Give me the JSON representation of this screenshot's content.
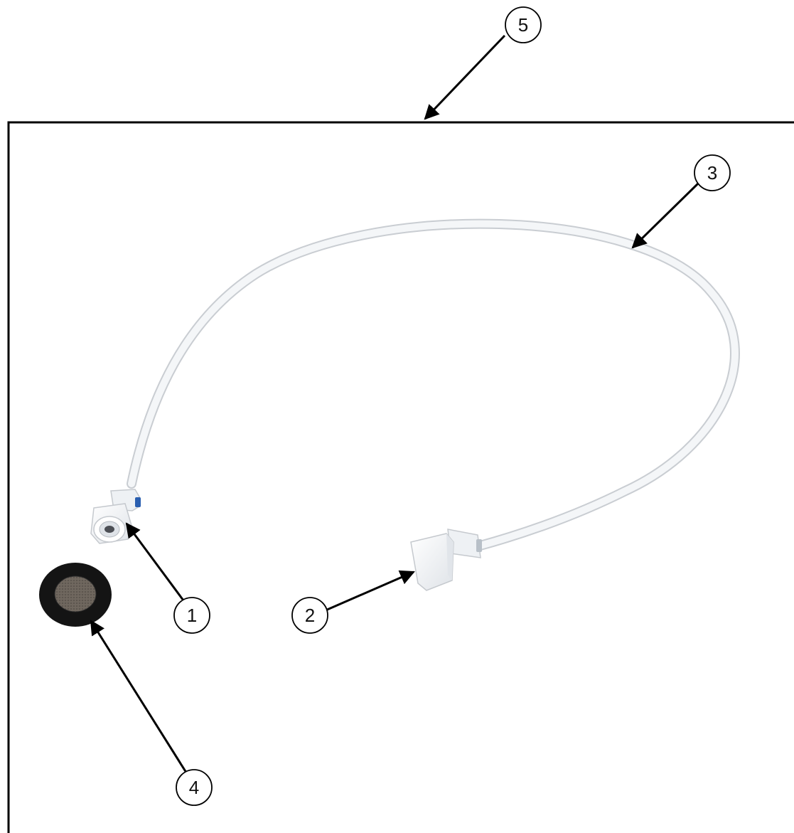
{
  "diagram": {
    "callouts": [
      {
        "id": "1",
        "label": "1",
        "part": "faucet-adapter-fitting"
      },
      {
        "id": "2",
        "label": "2",
        "part": "supply-fitting"
      },
      {
        "id": "3",
        "label": "3",
        "part": "water-tube"
      },
      {
        "id": "4",
        "label": "4",
        "part": "screen-washer"
      },
      {
        "id": "5",
        "label": "5",
        "part": "kit-box"
      }
    ],
    "colors": {
      "background": "#ffffff",
      "line": "#000000",
      "tube": "#f4f6f8",
      "tube_shadow": "#c9cdd2",
      "fitting": "#f7f8fa",
      "blue_accent": "#2a5fb0",
      "washer_rubber": "#141414",
      "washer_mesh": "#8a8178"
    }
  }
}
